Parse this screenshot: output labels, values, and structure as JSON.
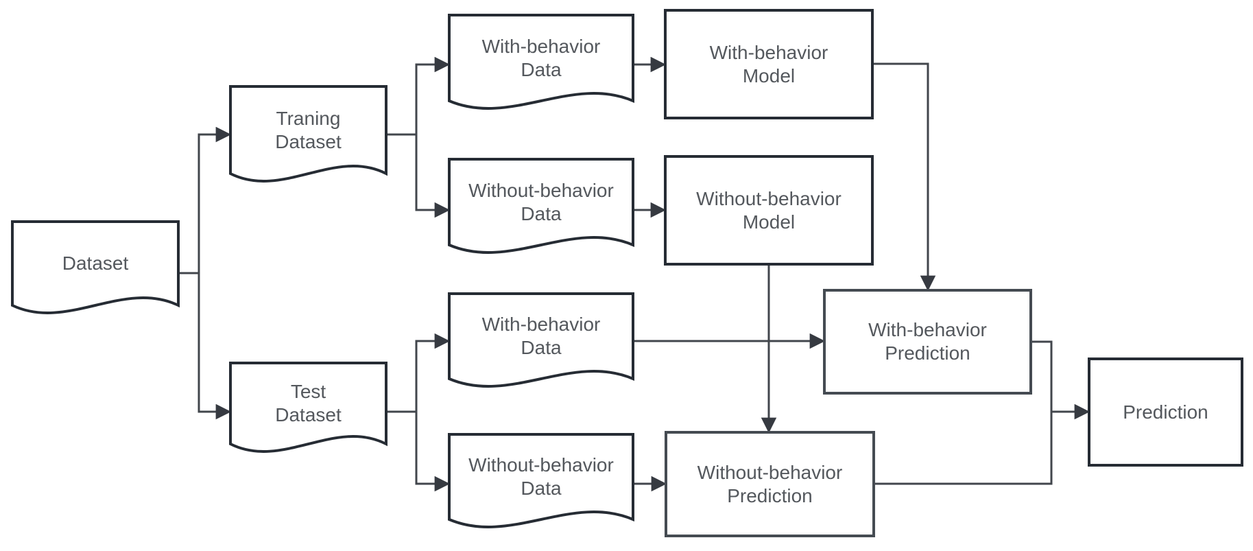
{
  "diagram": {
    "type": "flowchart",
    "description": "Dataset split into training and test sets, each split into with-behavior and without-behavior data, feeding models and predictions merged into a final prediction",
    "nodes": {
      "dataset": {
        "label": "Dataset",
        "shape": "document"
      },
      "training_dataset": {
        "label": "Traning\nDataset",
        "shape": "document"
      },
      "train_with_data": {
        "label": "With-behavior\nData",
        "shape": "document"
      },
      "train_without_data": {
        "label": "Without-behavior\nData",
        "shape": "document"
      },
      "with_model": {
        "label": "With-behavior\nModel",
        "shape": "rectangle"
      },
      "without_model": {
        "label": "Without-behavior\nModel",
        "shape": "rectangle"
      },
      "test_dataset": {
        "label": "Test\nDataset",
        "shape": "document"
      },
      "test_with_data": {
        "label": "With-behavior\nData",
        "shape": "document"
      },
      "test_without_data": {
        "label": "Without-behavior\nData",
        "shape": "document"
      },
      "with_prediction": {
        "label": "With-behavior\nPrediction",
        "shape": "rectangle"
      },
      "without_prediction": {
        "label": "Without-behavior\nPrediction",
        "shape": "rectangle"
      },
      "prediction": {
        "label": "Prediction",
        "shape": "rectangle"
      }
    },
    "edges": [
      {
        "from": "dataset",
        "to": "training_dataset"
      },
      {
        "from": "dataset",
        "to": "test_dataset"
      },
      {
        "from": "training_dataset",
        "to": "train_with_data"
      },
      {
        "from": "training_dataset",
        "to": "train_without_data"
      },
      {
        "from": "train_with_data",
        "to": "with_model"
      },
      {
        "from": "train_without_data",
        "to": "without_model"
      },
      {
        "from": "with_model",
        "to": "with_prediction"
      },
      {
        "from": "without_model",
        "to": "without_prediction"
      },
      {
        "from": "test_dataset",
        "to": "test_with_data"
      },
      {
        "from": "test_dataset",
        "to": "test_without_data"
      },
      {
        "from": "test_with_data",
        "to": "with_prediction"
      },
      {
        "from": "test_without_data",
        "to": "without_prediction"
      },
      {
        "from": "with_prediction",
        "to": "prediction"
      },
      {
        "from": "without_prediction",
        "to": "prediction"
      }
    ],
    "colors": {
      "background": "#ffffff",
      "shape_fill": "#ffffff",
      "shape_border": "#262c34",
      "prediction_border": "#454b52",
      "connector": "#42464c",
      "arrowhead": "#363a41",
      "text": "#54585d"
    }
  }
}
